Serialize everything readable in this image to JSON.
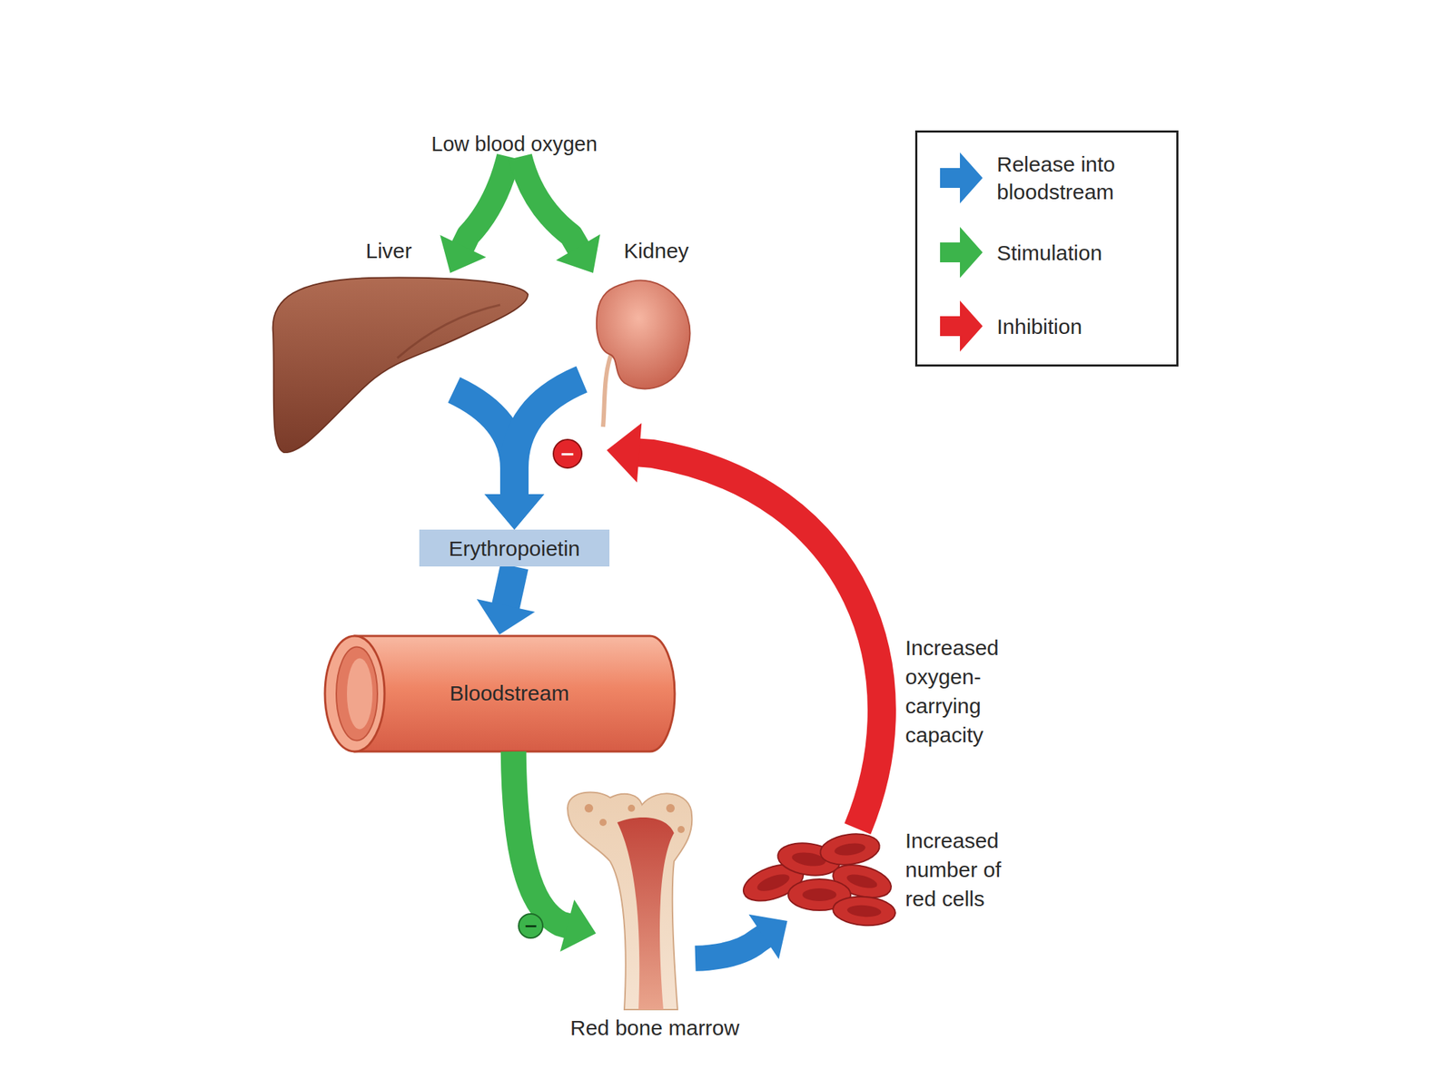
{
  "diagram": {
    "nodes": [
      {
        "text": [
          "Low blood oxygen"
        ]
      },
      {
        "text": [
          "Liver"
        ]
      },
      {
        "text": [
          "Kidney"
        ]
      },
      {
        "text": [
          "Erythropoietin"
        ]
      },
      {
        "text": [
          "Bloodstream"
        ]
      },
      {
        "text": [
          "Red bone marrow"
        ]
      },
      {
        "text": [
          "Increased number of red cells"
        ]
      }
    ],
    "edges": [
      {
        "from": 0,
        "to": 1,
        "arrow": "to"
      },
      {
        "from": 0,
        "to": 2,
        "arrow": "to"
      },
      {
        "from": 1,
        "to": 3,
        "arrow": "to"
      },
      {
        "from": 2,
        "to": 3,
        "arrow": "to"
      },
      {
        "from": 3,
        "to": 4,
        "arrow": "to"
      },
      {
        "from": 4,
        "to": 5,
        "arrow": "to"
      },
      {
        "from": 5,
        "to": 6,
        "arrow": "to"
      },
      {
        "from": 6,
        "to": 2,
        "arrow": "to",
        "label": "Increased oxygen- carrying capacity"
      }
    ],
    "labels": [
      "−",
      "−"
    ],
    "legend": [
      {
        "text": "Release into bloodstream",
        "color": "#2b83cf"
      },
      {
        "text": "Stimulation",
        "color": "#3cb44b"
      },
      {
        "text": "Inhibition",
        "color": "#e4252a"
      }
    ]
  }
}
